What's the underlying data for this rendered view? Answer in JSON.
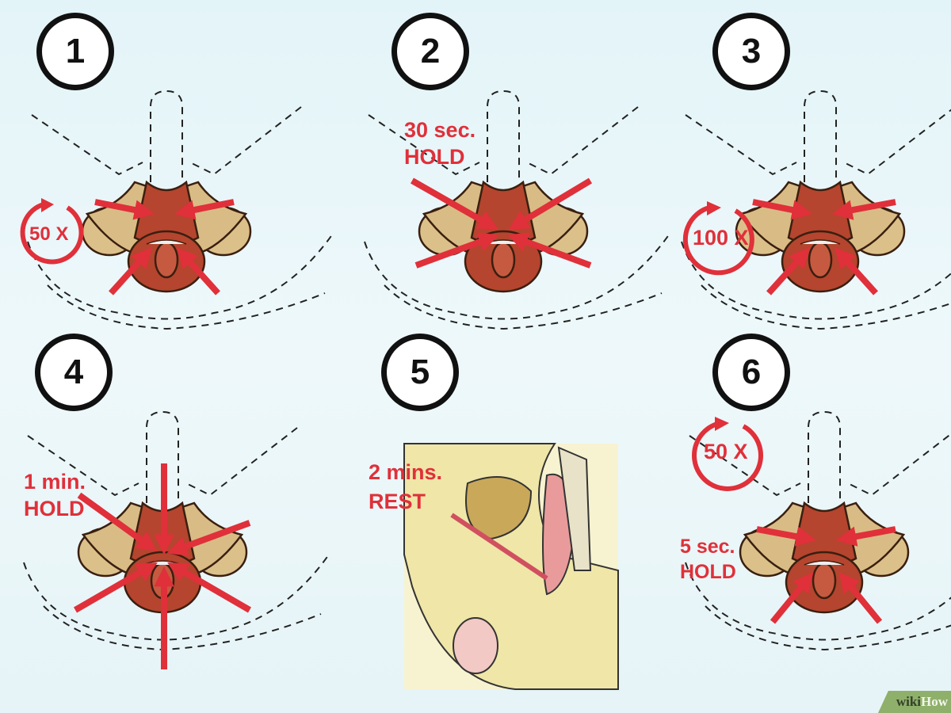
{
  "steps": [
    {
      "number": "1",
      "label": "50 X"
    },
    {
      "number": "2",
      "label_line1": "30 sec.",
      "label_line2": "HOLD"
    },
    {
      "number": "3",
      "label": "100 X"
    },
    {
      "number": "4",
      "label_line1": "1 min.",
      "label_line2": "HOLD"
    },
    {
      "number": "5",
      "label_line1": "2 mins.",
      "label_line2": "REST"
    },
    {
      "number": "6",
      "label": "50 X",
      "label_line1": "5 sec.",
      "label_line2": "HOLD"
    }
  ],
  "watermark": {
    "part1": "wiki",
    "part2": "How"
  },
  "colors": {
    "accent": "#e0303a",
    "bone": "#dcc08a",
    "muscle": "#b5452e",
    "background": "#e6f5f8"
  }
}
